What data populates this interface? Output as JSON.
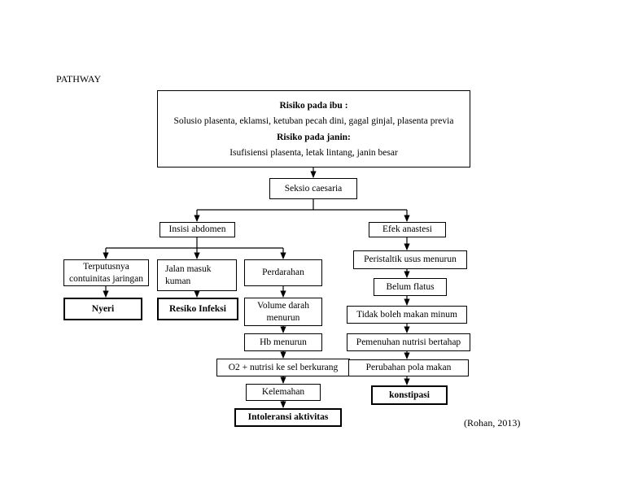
{
  "page": {
    "title": "PATHWAY",
    "citation": "(Rohan, 2013)"
  },
  "risk_box": {
    "line1": "Risiko pada ibu :",
    "line2": "Solusio plasenta, eklamsi, ketuban pecah dini, gagal ginjal, plasenta previa",
    "line3": "Risiko pada janin:",
    "line4": "Isufisiensi plasenta, letak lintang, janin besar"
  },
  "nodes": {
    "seksio": "Seksio caesaria",
    "insisi": "Insisi abdomen",
    "efek_anastesi": "Efek anastesi",
    "terputusnya": "Terputusnya\ncontuinitas jaringan",
    "jalan_masuk": "Jalan masuk\nkuman",
    "perdarahan": "Perdarahan",
    "nyeri": "Nyeri",
    "resiko_infeksi": "Resiko Infeksi",
    "volume_darah": "Volume darah\nmenurun",
    "hb_menurun": "Hb menurun",
    "o2_nutrisi": "O2 + nutrisi ke sel berkurang",
    "kelemahan": "Kelemahan",
    "intoleransi": "Intoleransi aktivitas",
    "peristaltik": "Peristaltik usus menurun",
    "belum_flatus": "Belum flatus",
    "tidak_boleh": "Tidak boleh makan minum",
    "pemenuhan": "Pemenuhan nutrisi bertahap",
    "perubahan_pola": "Perubahan pola makan",
    "konstipasi": "konstipasi"
  },
  "colors": {
    "line": "#000000",
    "background": "#ffffff"
  }
}
